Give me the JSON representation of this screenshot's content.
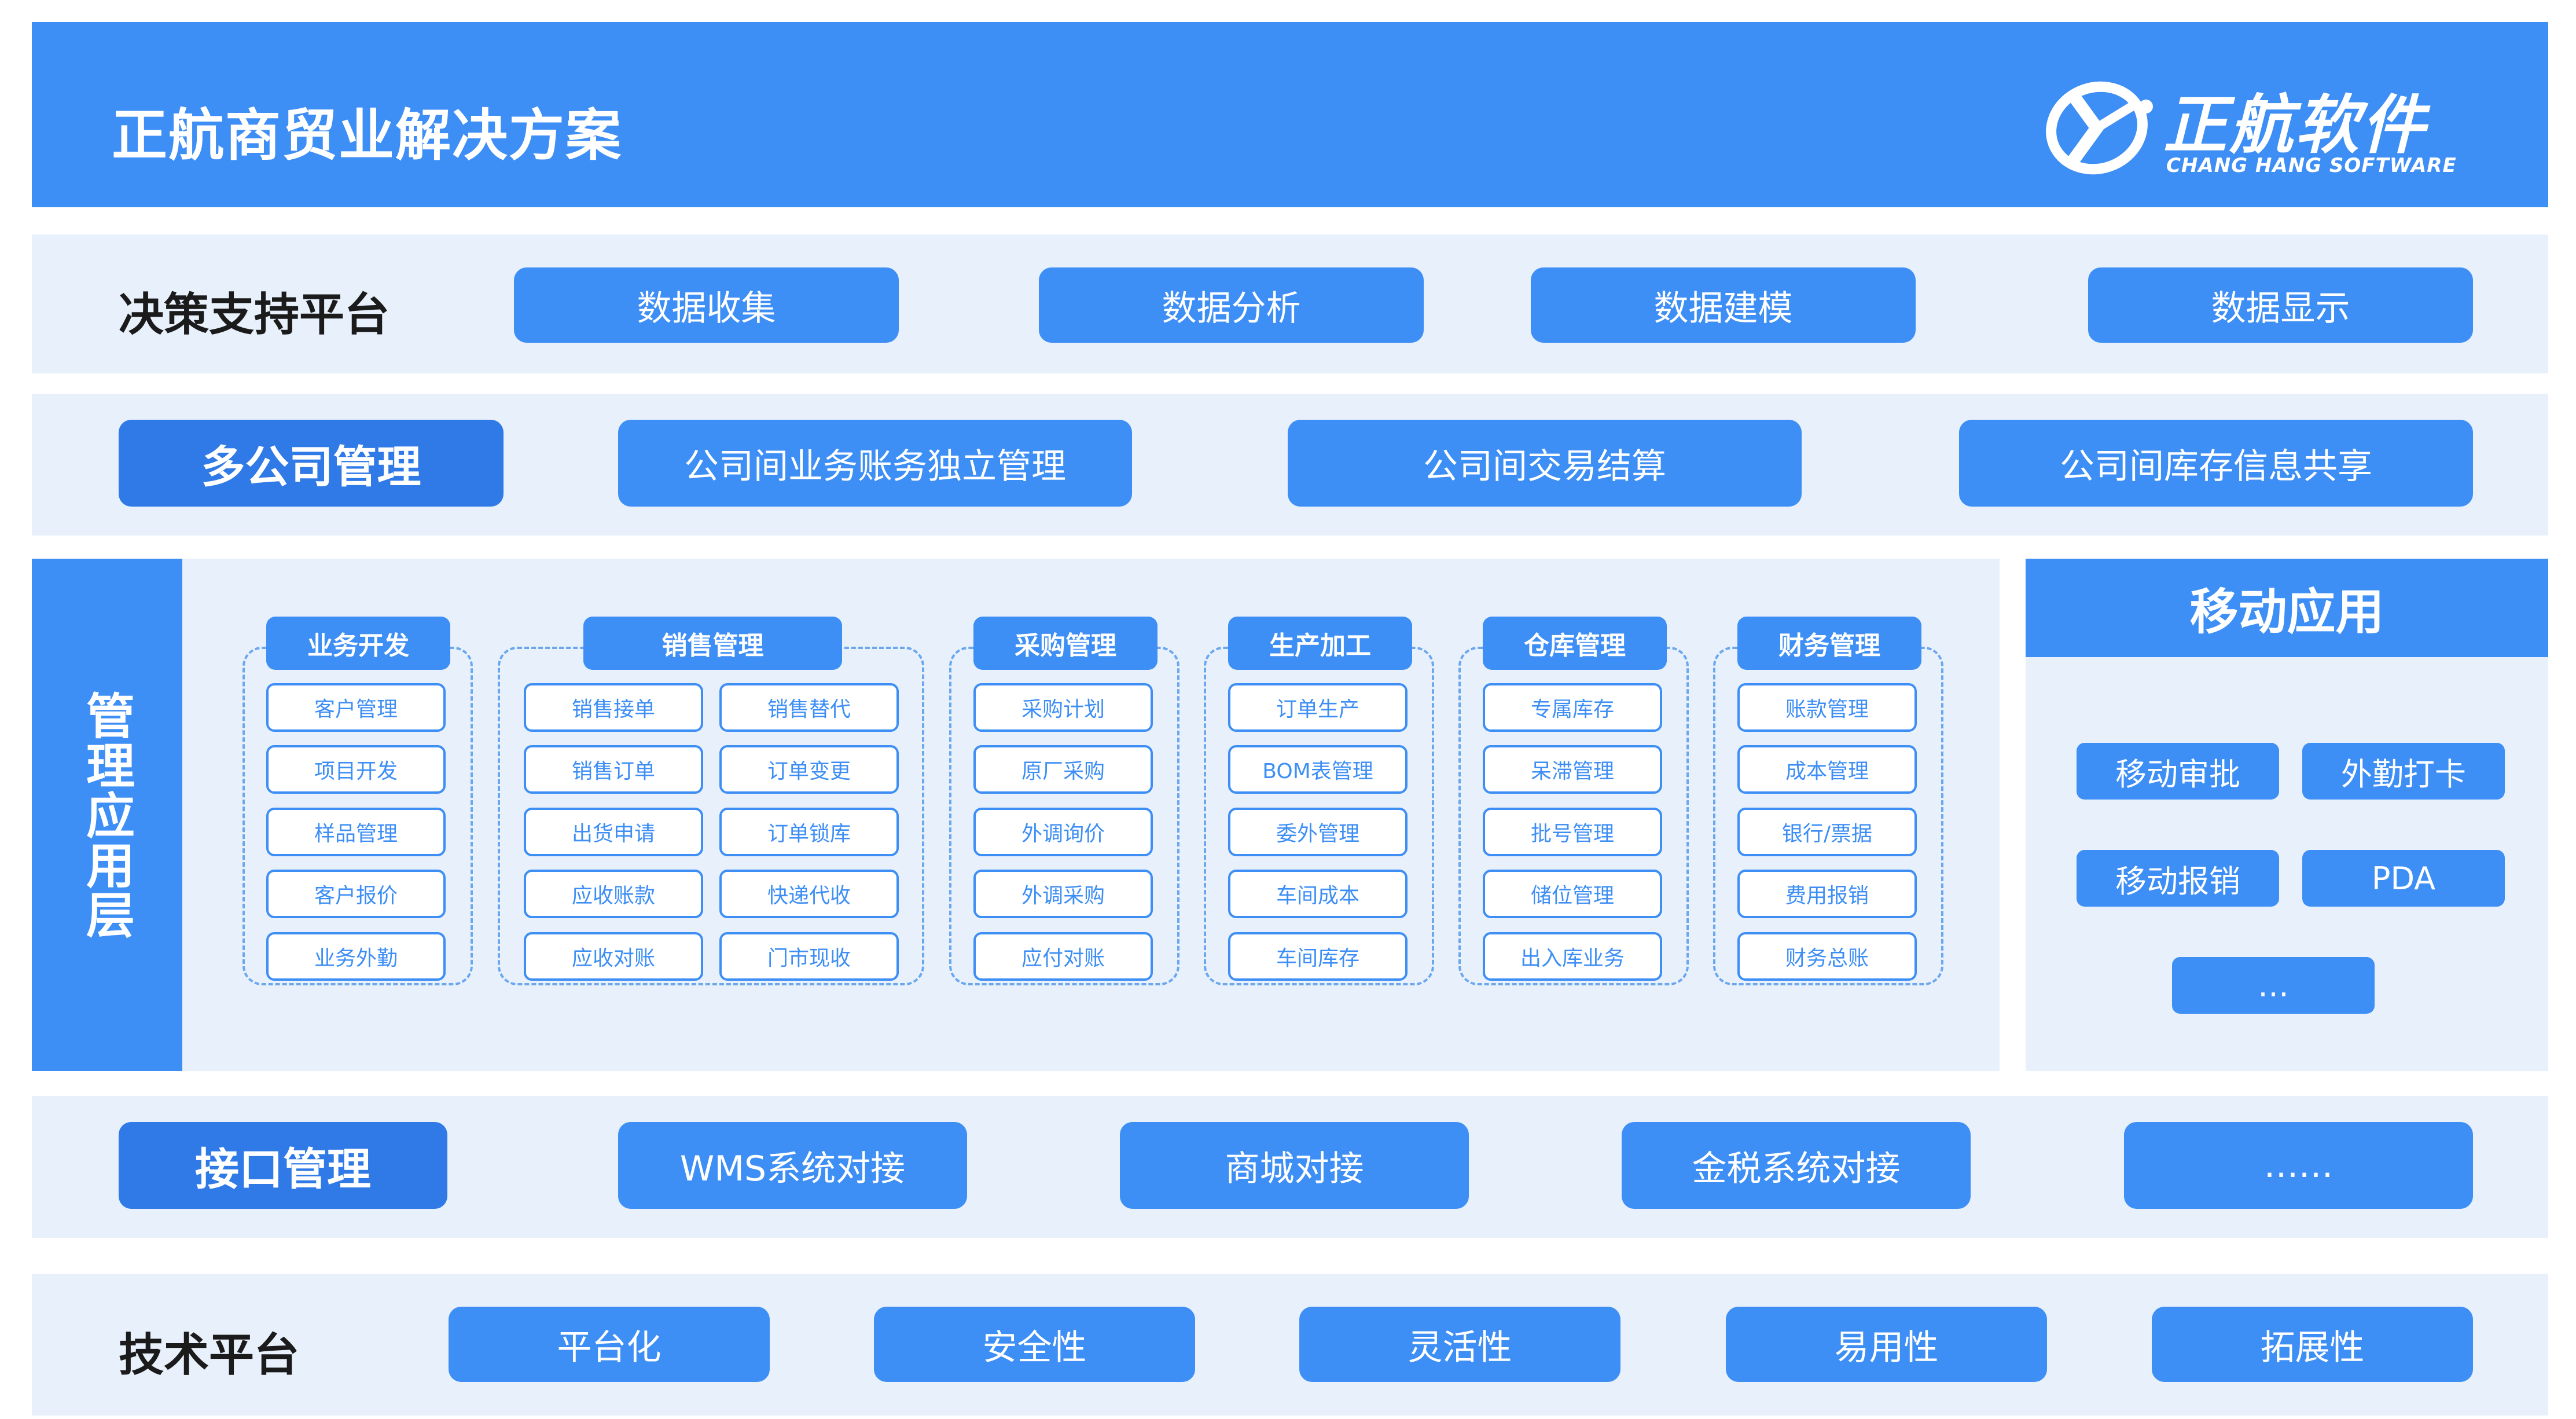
{
  "header": {
    "title": "正航商贸业解决方案",
    "logo_cn": "正航软件",
    "logo_en": "CHANG HANG SOFTWARE"
  },
  "decision": {
    "label": "决策支持平台",
    "items": [
      "数据收集",
      "数据分析",
      "数据建模",
      "数据显示"
    ]
  },
  "multi_company": {
    "label": "多公司管理",
    "items": [
      "公司间业务账务独立管理",
      "公司间交易结算",
      "公司间库存信息共享"
    ]
  },
  "management": {
    "label": "管理应用层",
    "groups": [
      {
        "title": "业务开发",
        "items": [
          "客户管理",
          "项目开发",
          "样品管理",
          "客户报价",
          "业务外勤"
        ]
      },
      {
        "title": "销售管理",
        "items": [
          "销售接单",
          "销售替代",
          "销售订单",
          "订单变更",
          "出货申请",
          "订单锁库",
          "应收账款",
          "快递代收",
          "应收对账",
          "门市现收"
        ]
      },
      {
        "title": "采购管理",
        "items": [
          "采购计划",
          "原厂采购",
          "外调询价",
          "外调采购",
          "应付对账"
        ]
      },
      {
        "title": "生产加工",
        "items": [
          "订单生产",
          "BOM表管理",
          "委外管理",
          "车间成本",
          "车间库存"
        ]
      },
      {
        "title": "仓库管理",
        "items": [
          "专属库存",
          "呆滞管理",
          "批号管理",
          "储位管理",
          "出入库业务"
        ]
      },
      {
        "title": "财务管理",
        "items": [
          "账款管理",
          "成本管理",
          "银行/票据",
          "费用报销",
          "财务总账"
        ]
      }
    ]
  },
  "mobile": {
    "title": "移动应用",
    "items": [
      "移动审批",
      "外勤打卡",
      "移动报销",
      "PDA",
      "…"
    ]
  },
  "interface": {
    "label": "接口管理",
    "items": [
      "WMS系统对接",
      "商城对接",
      "金税系统对接",
      "……"
    ]
  },
  "tech": {
    "label": "技术平台",
    "items": [
      "平台化",
      "安全性",
      "灵活性",
      "易用性",
      "拓展性"
    ]
  },
  "colors": {
    "primary": "#3d8ef5",
    "band": "#e7f0fb",
    "dark_pill": "#2f7ae6"
  }
}
